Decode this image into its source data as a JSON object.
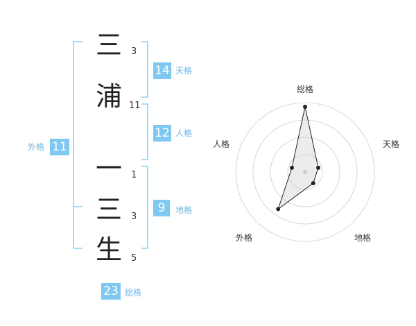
{
  "name": {
    "chars": [
      {
        "char": "三",
        "strokes": "3"
      },
      {
        "char": "浦",
        "strokes": "11"
      },
      {
        "char": "一",
        "strokes": "1"
      },
      {
        "char": "三",
        "strokes": "3"
      },
      {
        "char": "生",
        "strokes": "5"
      }
    ]
  },
  "kakusu": {
    "tenkaku": {
      "value": "14",
      "label": "天格"
    },
    "jinkaku": {
      "value": "12",
      "label": "人格"
    },
    "chikaku": {
      "value": "9",
      "label": "地格"
    },
    "gaikaku": {
      "value": "11",
      "label": "外格"
    },
    "soukaku": {
      "value": "23",
      "label": "総格"
    }
  },
  "colors": {
    "accent": "#7fc8f2",
    "bracket": "#8ccff5",
    "label": "#6fb6e6"
  },
  "chart_data": {
    "type": "radar",
    "axes": [
      "総格",
      "天格",
      "地格",
      "外格",
      "人格"
    ],
    "values": [
      0.94,
      0.2,
      0.2,
      0.66,
      0.2
    ],
    "rings": 4,
    "max": 1
  }
}
